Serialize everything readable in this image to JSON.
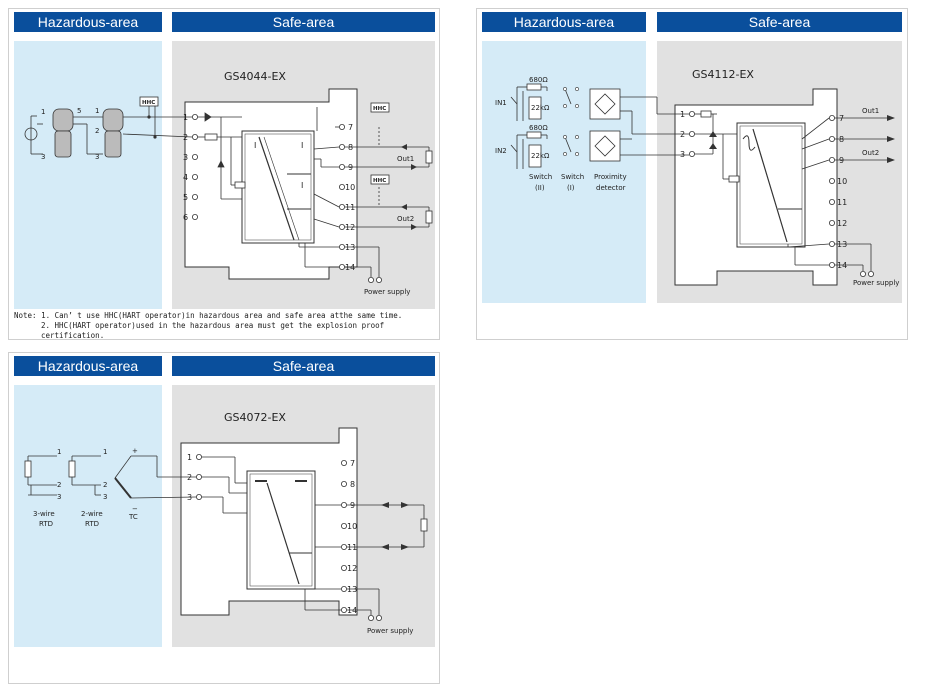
{
  "panel1": {
    "haz_header": "Hazardous-area",
    "safe_header": "Safe-area",
    "model": "GS4044-EX",
    "hhc": "HHC",
    "terminals_left": [
      "1",
      "2",
      "3",
      "4",
      "5",
      "6"
    ],
    "terminals_right": [
      "7",
      "8",
      "9",
      "10",
      "11",
      "12",
      "13",
      "14"
    ],
    "out1": "Out1",
    "out2": "Out2",
    "power": "Power supply",
    "ch_mark": "I",
    "field_labels": [
      "1",
      "3",
      "5",
      "1",
      "2",
      "3"
    ],
    "note_line1": "Note: 1. Can’ t use HHC(HART operator)in hazardous area and safe area atthe same time.",
    "note_line2": "2. HHC(HART operator)used in the hazardous area must get the explosion proof certification."
  },
  "panel2": {
    "haz_header": "Hazardous-area",
    "safe_header": "Safe-area",
    "model": "GS4112-EX",
    "in1": "IN1",
    "in2": "IN2",
    "r1": "680Ω",
    "r2": "22kΩ",
    "switch2": "Switch",
    "switch2_sub": "(II)",
    "switch1": "Switch",
    "switch1_sub": "(I)",
    "proximity": "Proximity",
    "detector": "detector",
    "terminals_left": [
      "1",
      "2",
      "3"
    ],
    "terminals_right": [
      "7",
      "8",
      "9",
      "10",
      "11",
      "12",
      "13",
      "14"
    ],
    "out1": "Out1",
    "out2": "Out2",
    "power": "Power supply"
  },
  "panel3": {
    "haz_header": "Hazardous-area",
    "safe_header": "Safe-area",
    "model": "GS4072-EX",
    "rtd3": "3-wire",
    "rtd2": "2-wire",
    "rtd": "RTD",
    "tc": "TC",
    "terminals_left": [
      "1",
      "2",
      "3"
    ],
    "terminals_right": [
      "7",
      "8",
      "9",
      "10",
      "11",
      "12",
      "13",
      "14"
    ],
    "power": "Power supply"
  },
  "colors": {
    "header": "#0a4f9c",
    "hazardous": "#d5ebf7",
    "safe": "#e1e1e1"
  }
}
